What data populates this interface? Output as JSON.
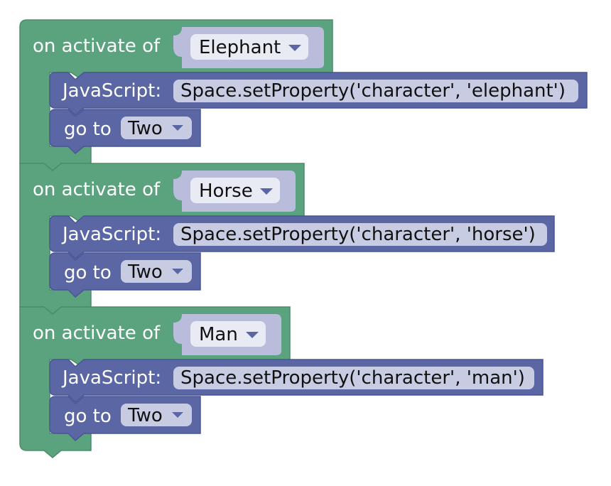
{
  "handlers": [
    {
      "label": "on activate of",
      "character": "Elephant",
      "js_label": "JavaScript:",
      "js_code": "Space.setProperty('character', 'elephant')",
      "goto_label": "go to",
      "goto_target": "Two"
    },
    {
      "label": "on activate of",
      "character": "Horse",
      "js_label": "JavaScript:",
      "js_code": "Space.setProperty('character', 'horse')",
      "goto_label": "go to",
      "goto_target": "Two"
    },
    {
      "label": "on activate of",
      "character": "Man",
      "js_label": "JavaScript:",
      "js_code": "Space.setProperty('character', 'man')",
      "goto_label": "go to",
      "goto_target": "Two"
    }
  ],
  "colors": {
    "event_block": "#5ba37e",
    "event_block_light": "#7cbf9c",
    "statement_block": "#5b67a5",
    "statement_block_light": "#8a94c4",
    "field_bg": "#c8cce3",
    "field_bg_light": "#e9ebf4",
    "field_text": "#111111",
    "block_text": "#ffffff"
  },
  "icons": {
    "dropdown": "triangle-down-icon"
  }
}
